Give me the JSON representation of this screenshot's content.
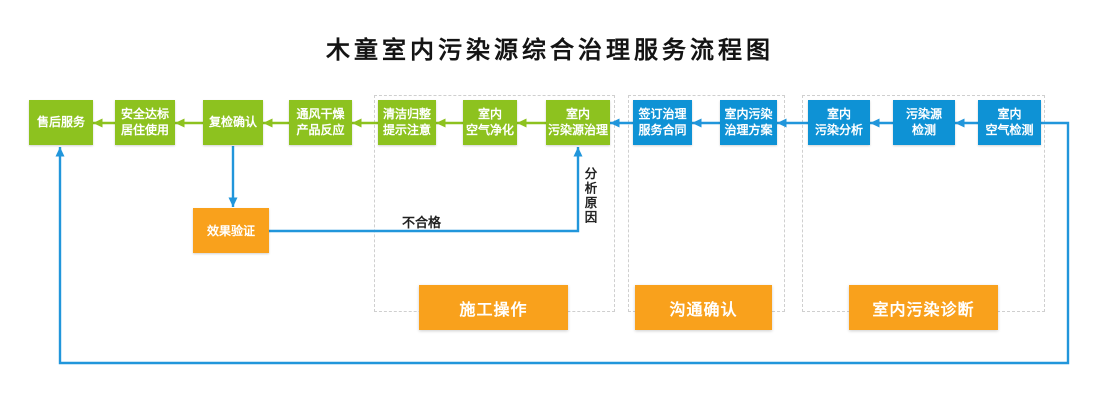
{
  "title": "木童室内污染源综合治理服务流程图",
  "boxes": [
    {
      "id": "after-sales-service",
      "label": "售后服务",
      "color": "green"
    },
    {
      "id": "safe-occupancy",
      "label": "安全达标\n居住使用",
      "color": "green"
    },
    {
      "id": "recheck-confirm",
      "label": "复检确认",
      "color": "green"
    },
    {
      "id": "ventilation-drying",
      "label": "通风干燥\n产品反应",
      "color": "green"
    },
    {
      "id": "cleanup-notice",
      "label": "清洁归整\n提示注意",
      "color": "green"
    },
    {
      "id": "indoor-air-purification",
      "label": "室内\n空气净化",
      "color": "green"
    },
    {
      "id": "pollution-source-treatment",
      "label": "室内\n污染源治理",
      "color": "green"
    },
    {
      "id": "sign-service-contract",
      "label": "签订治理\n服务合同",
      "color": "blue"
    },
    {
      "id": "treatment-plan",
      "label": "室内污染\n治理方案",
      "color": "blue"
    },
    {
      "id": "pollution-analysis",
      "label": "室内\n污染分析",
      "color": "blue"
    },
    {
      "id": "pollution-source-testing",
      "label": "污染源\n检测",
      "color": "blue"
    },
    {
      "id": "indoor-air-testing",
      "label": "室内\n空气检测",
      "color": "blue"
    }
  ],
  "verify_box": {
    "label": "效果验证",
    "color": "orange"
  },
  "group_labels": [
    {
      "id": "construction-operation",
      "label": "施工操作"
    },
    {
      "id": "communication-confirm",
      "label": "沟通确认"
    },
    {
      "id": "indoor-pollution-diagnosis",
      "label": "室内污染诊断"
    }
  ],
  "edge_labels": {
    "fail": "不合格",
    "analyze_cause": "分析原因"
  },
  "flow": {
    "main_path": [
      "indoor-air-testing",
      "pollution-source-testing",
      "pollution-analysis",
      "treatment-plan",
      "sign-service-contract",
      "pollution-source-treatment",
      "indoor-air-purification",
      "cleanup-notice",
      "ventilation-drying",
      "recheck-confirm",
      "safe-occupancy",
      "after-sales-service"
    ],
    "branches": [
      {
        "from": "recheck-confirm",
        "to": "verify-box"
      },
      {
        "from": "verify-box",
        "to": "pollution-source-treatment",
        "labels": [
          "不合格",
          "分析原因"
        ]
      },
      {
        "from": "indoor-air-testing",
        "to": "after-sales-service",
        "route": "bottom-loop"
      }
    ]
  },
  "colors": {
    "green": "#8DC21F",
    "blue": "#0E92D5",
    "orange": "#F9A11C",
    "connector_blue": "#2196DB",
    "dashed_border": "#CFCFCF"
  }
}
